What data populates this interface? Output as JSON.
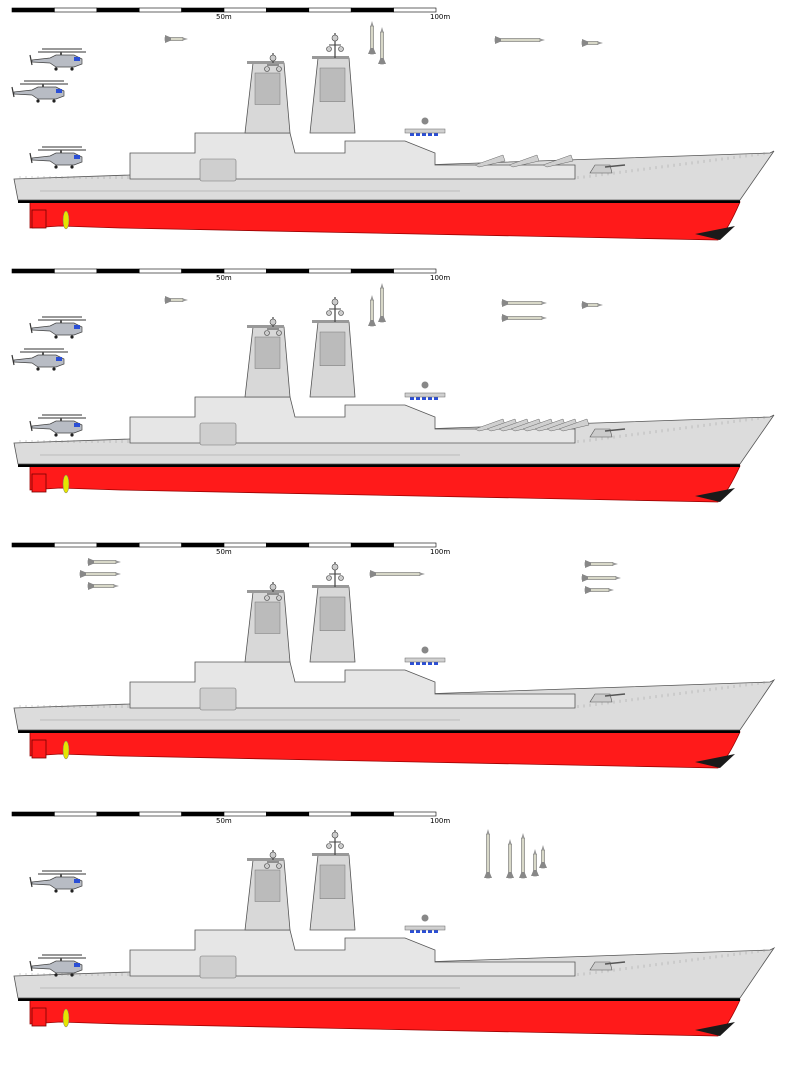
{
  "scale": {
    "mid_label": "50m",
    "end_label": "100m"
  },
  "colors": {
    "hull_lower": "#ff1a1a",
    "hull_upper": "#dcdcdc",
    "superstructure": "#e6e6e6",
    "outline": "#555555",
    "waterline": "#000000",
    "bow_bulb": "#1a1a1a",
    "propeller": "#e6e600",
    "window_blue": "#2b4fd6"
  },
  "variants": [
    {
      "id": "variant-1",
      "has_helicopters": true,
      "helicopter_count": 3,
      "missile_launchers": 3
    },
    {
      "id": "variant-2",
      "has_helicopters": true,
      "helicopter_count": 3,
      "missile_launchers": 8
    },
    {
      "id": "variant-3",
      "has_helicopters": false,
      "helicopter_count": 0,
      "missile_launchers": 0
    },
    {
      "id": "variant-4",
      "has_helicopters": true,
      "helicopter_count": 2,
      "missile_launchers": 0
    }
  ]
}
